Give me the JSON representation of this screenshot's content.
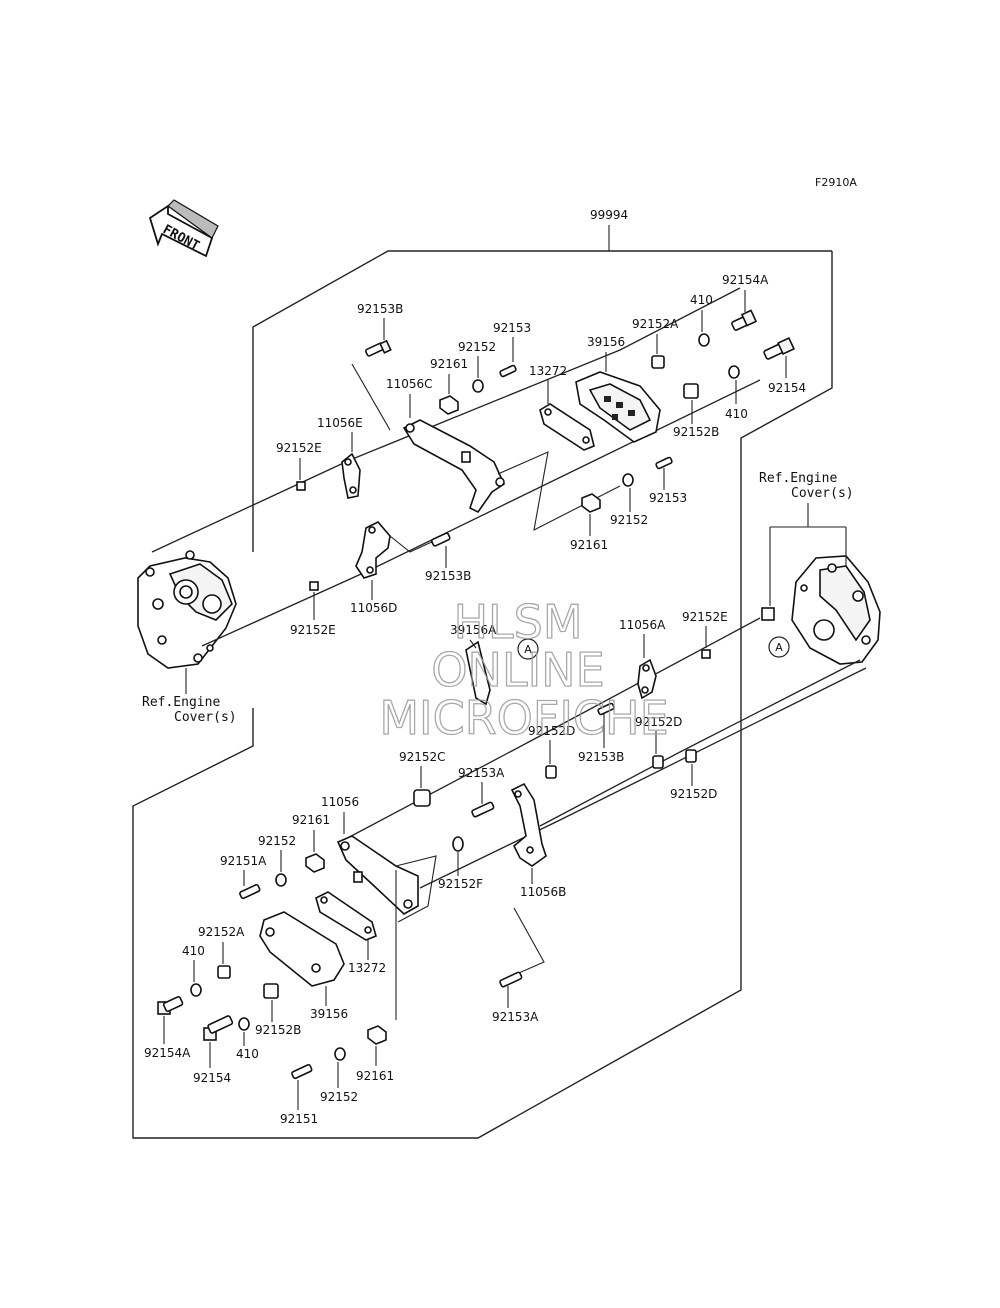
{
  "figure_code": "F2910A",
  "assembly_number": "99994",
  "front_label": "FRONT",
  "callout_letter": "A",
  "ref_engine_cover_label_line1": "Ref.Engine",
  "ref_engine_cover_label_line2": "Cover(s)",
  "watermark": {
    "line1": "HLSM",
    "line2": "ONLINE",
    "line3": "MICROFICHE"
  },
  "parts": {
    "p92153B_top": "92153B",
    "p92153_top": "92153",
    "p92152_top": "92152",
    "p92161_top": "92161",
    "p11056C": "11056C",
    "p13272_top": "13272",
    "p39156_top": "39156",
    "p92152A_top": "92152A",
    "p410_top": "410",
    "p92154A_top": "92154A",
    "p92154_top": "92154",
    "p410_top2": "410",
    "p92152B_top": "92152B",
    "p11056E": "11056E",
    "p92152E_topleft": "92152E",
    "p92153_mid": "92153",
    "p92152_mid": "92152",
    "p92161_mid": "92161",
    "p92153B_mid": "92153B",
    "p11056D": "11056D",
    "p92152E_left": "92152E",
    "p39156A": "39156A",
    "p11056A": "11056A",
    "p92152E_right": "92152E",
    "p92152D_a": "92152D",
    "p92152D_b": "92152D",
    "p92153B_right": "92153B",
    "p92152D_c": "92152D",
    "p92152C": "92152C",
    "p92153A_top": "92153A",
    "p11056": "11056",
    "p92161_low": "92161",
    "p92152_low": "92152",
    "p92151A": "92151A",
    "p92152F": "92152F",
    "p11056B": "11056B",
    "p92152A_low": "92152A",
    "p410_low": "410",
    "p13272_low": "13272",
    "p39156_low": "39156",
    "p92152B_low": "92152B",
    "p92154A_low": "92154A",
    "p92154_low": "92154",
    "p410_low2": "410",
    "p92161_bottom": "92161",
    "p92152_bottom": "92152",
    "p92151": "92151",
    "p92153A_bottom": "92153A"
  }
}
